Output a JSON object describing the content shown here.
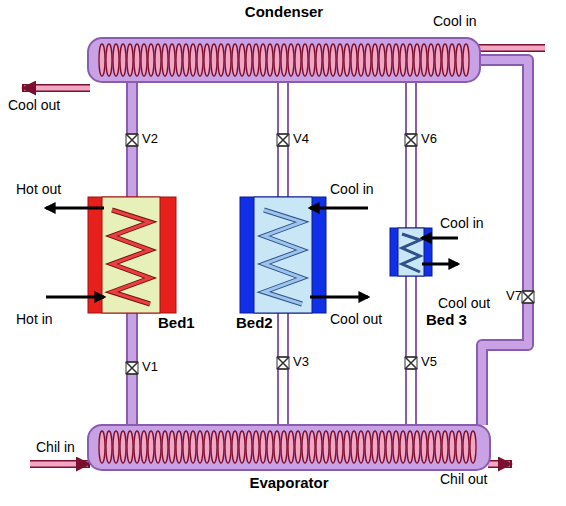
{
  "diagram": {
    "nodes": [
      {
        "text": [
          "Condenser"
        ]
      },
      {
        "text": [
          "Bed1"
        ]
      },
      {
        "text": [
          "Bed2"
        ]
      },
      {
        "text": [
          "Bed 3"
        ]
      },
      {
        "text": [
          "Evaporator"
        ]
      }
    ],
    "edges": [
      {
        "from": 0,
        "to": 1,
        "arrow": "none",
        "label": "V2"
      },
      {
        "from": 1,
        "to": 4,
        "arrow": "none",
        "label": "V1"
      },
      {
        "from": 0,
        "to": 2,
        "arrow": "none",
        "label": "V4"
      },
      {
        "from": 2,
        "to": 4,
        "arrow": "none",
        "label": "V3"
      },
      {
        "from": 0,
        "to": 3,
        "arrow": "none",
        "label": "V6"
      },
      {
        "from": 3,
        "to": 4,
        "arrow": "none",
        "label": "V5"
      },
      {
        "from": 0,
        "to": 4,
        "arrow": "none",
        "label": "V7"
      }
    ],
    "labels": [
      "Cool in",
      "Cool out",
      "Hot out",
      "Hot in",
      "Cool in",
      "Cool out",
      "Cool in",
      "Cool out",
      "Chil in",
      "Chil out"
    ]
  }
}
